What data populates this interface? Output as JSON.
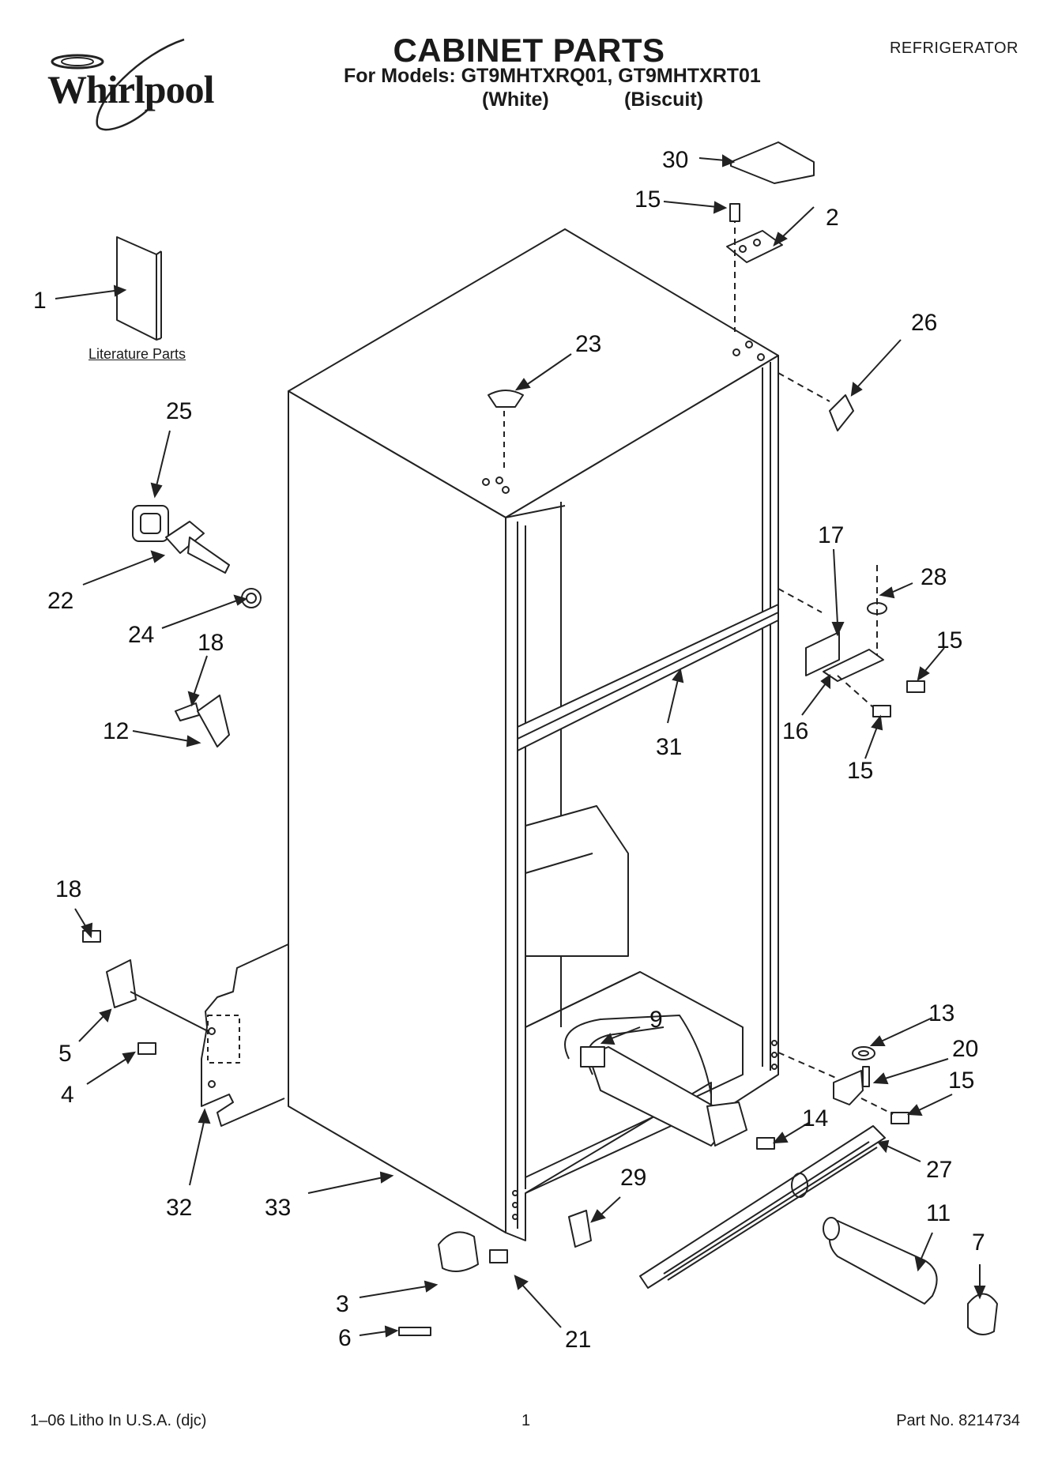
{
  "brand": "Whirlpool",
  "title": "CABINET PARTS",
  "models_line": "For Models: GT9MHTXRQ01, GT9MHTXRT01",
  "color_white": "(White)",
  "color_biscuit": "(Biscuit)",
  "category": "REFRIGERATOR",
  "literature_label": "Literature Parts",
  "footer": {
    "litho": "1–06 Litho In U.S.A. (djc)",
    "page": "1",
    "part_no": "Part No. 8214734"
  },
  "callouts": {
    "n1": "1",
    "n2": "2",
    "n3": "3",
    "n4": "4",
    "n5": "5",
    "n6": "6",
    "n7": "7",
    "n9": "9",
    "n11": "11",
    "n12": "12",
    "n13": "13",
    "n14": "14",
    "n15a": "15",
    "n15b": "15",
    "n15c": "15",
    "n15d": "15",
    "n16": "16",
    "n17": "17",
    "n18a": "18",
    "n18b": "18",
    "n20": "20",
    "n21": "21",
    "n22": "22",
    "n23": "23",
    "n24": "24",
    "n25": "25",
    "n26": "26",
    "n27": "27",
    "n28": "28",
    "n29": "29",
    "n30": "30",
    "n31": "31",
    "n32": "32",
    "n33": "33"
  }
}
